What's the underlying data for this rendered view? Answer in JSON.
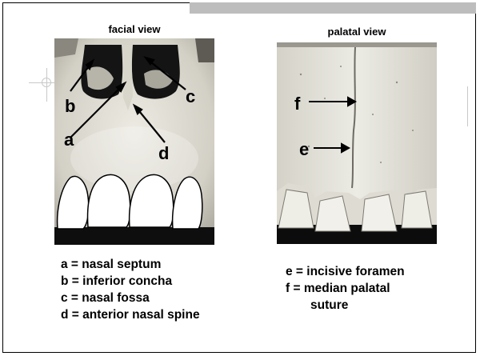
{
  "facial": {
    "title": "facial view",
    "labels": {
      "a": "a",
      "b": "b",
      "c": "c",
      "d": "d"
    }
  },
  "palatal": {
    "title": "palatal view",
    "labels": {
      "e": "e",
      "f": "f"
    }
  },
  "legend_left": [
    "a = nasal septum",
    "b = inferior concha",
    "c = nasal fossa",
    "d = anterior nasal spine"
  ],
  "legend_right": [
    "e = incisive foramen",
    "f = median palatal",
    "suture"
  ]
}
